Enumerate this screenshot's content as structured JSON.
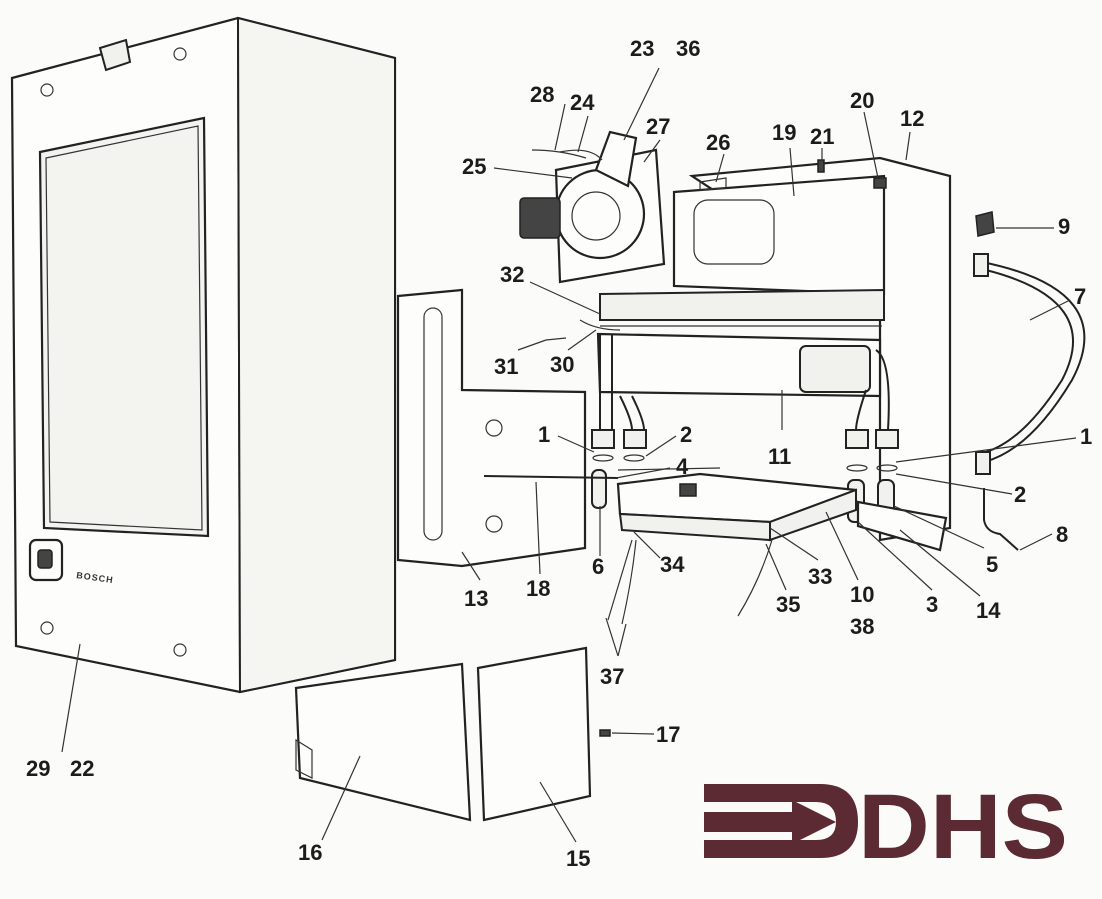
{
  "brand": {
    "unit_label": "BOSCH"
  },
  "logo": {
    "text": "DHS",
    "color": "#5b2a33"
  },
  "callouts": [
    {
      "id": "l23",
      "text": "23"
    },
    {
      "id": "l36",
      "text": "36"
    },
    {
      "id": "l28",
      "text": "28"
    },
    {
      "id": "l24",
      "text": "24"
    },
    {
      "id": "l27",
      "text": "27"
    },
    {
      "id": "l25",
      "text": "25"
    },
    {
      "id": "l26",
      "text": "26"
    },
    {
      "id": "l19",
      "text": "19"
    },
    {
      "id": "l21",
      "text": "21"
    },
    {
      "id": "l20",
      "text": "20"
    },
    {
      "id": "l12",
      "text": "12"
    },
    {
      "id": "l9",
      "text": "9"
    },
    {
      "id": "l7",
      "text": "7"
    },
    {
      "id": "l32",
      "text": "32"
    },
    {
      "id": "l31",
      "text": "31"
    },
    {
      "id": "l30",
      "text": "30"
    },
    {
      "id": "l1a",
      "text": "1"
    },
    {
      "id": "l2a",
      "text": "2"
    },
    {
      "id": "l4",
      "text": "4"
    },
    {
      "id": "l11",
      "text": "11"
    },
    {
      "id": "l1b",
      "text": "1"
    },
    {
      "id": "l2b",
      "text": "2"
    },
    {
      "id": "l8",
      "text": "8"
    },
    {
      "id": "l6",
      "text": "6"
    },
    {
      "id": "l34",
      "text": "34"
    },
    {
      "id": "l33",
      "text": "33"
    },
    {
      "id": "l10",
      "text": "10"
    },
    {
      "id": "l38",
      "text": "38"
    },
    {
      "id": "l3",
      "text": "3"
    },
    {
      "id": "l14",
      "text": "14"
    },
    {
      "id": "l5",
      "text": "5"
    },
    {
      "id": "l18",
      "text": "18"
    },
    {
      "id": "l13",
      "text": "13"
    },
    {
      "id": "l35",
      "text": "35"
    },
    {
      "id": "l37",
      "text": "37"
    },
    {
      "id": "l17",
      "text": "17"
    },
    {
      "id": "l29",
      "text": "29"
    },
    {
      "id": "l22",
      "text": "22"
    },
    {
      "id": "l16",
      "text": "16"
    },
    {
      "id": "l15",
      "text": "15"
    }
  ]
}
